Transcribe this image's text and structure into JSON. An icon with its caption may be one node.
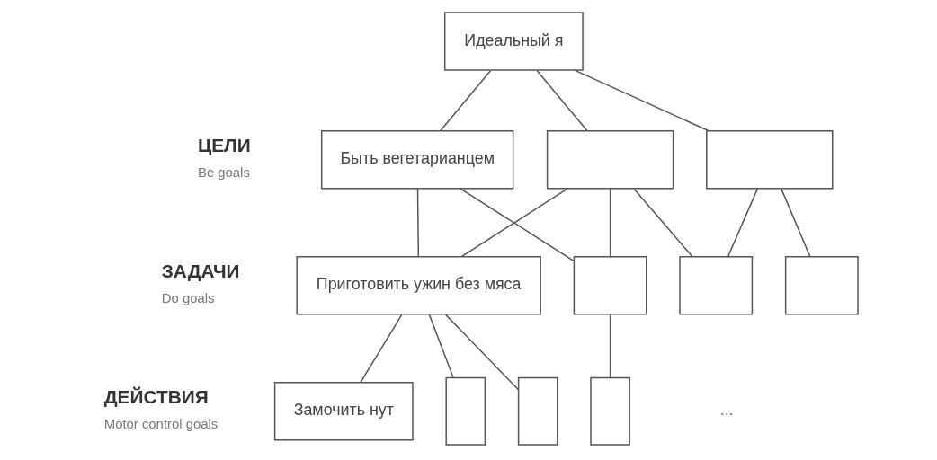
{
  "diagram": {
    "nodes": [
      {
        "text": [
          "Идеальный я"
        ]
      },
      {
        "text": [
          "Быть вегетарианцем"
        ]
      },
      {
        "text": [],
        "shape": "box"
      },
      {
        "text": [],
        "shape": "box"
      },
      {
        "text": [
          "Приготовить ужин без мяса"
        ]
      },
      {
        "text": [],
        "shape": "box"
      },
      {
        "text": [],
        "shape": "box"
      },
      {
        "text": [],
        "shape": "box"
      },
      {
        "text": [
          "Замочить нут"
        ]
      },
      {
        "text": [],
        "shape": "box"
      },
      {
        "text": [],
        "shape": "box"
      },
      {
        "text": [],
        "shape": "box"
      }
    ],
    "edges": [
      {
        "from": 0,
        "to": 1,
        "arrow": "none"
      },
      {
        "from": 0,
        "to": 2,
        "arrow": "none"
      },
      {
        "from": 0,
        "to": 3,
        "arrow": "none"
      },
      {
        "from": 1,
        "to": 4,
        "arrow": "none"
      },
      {
        "from": 1,
        "to": 5,
        "arrow": "none"
      },
      {
        "from": 2,
        "to": 4,
        "arrow": "none"
      },
      {
        "from": 2,
        "to": 5,
        "arrow": "none"
      },
      {
        "from": 2,
        "to": 6,
        "arrow": "none"
      },
      {
        "from": 3,
        "to": 6,
        "arrow": "none"
      },
      {
        "from": 3,
        "to": 7,
        "arrow": "none"
      },
      {
        "from": 4,
        "to": 8,
        "arrow": "none"
      },
      {
        "from": 4,
        "to": 9,
        "arrow": "none"
      },
      {
        "from": 4,
        "to": 10,
        "arrow": "none"
      },
      {
        "from": 5,
        "to": 11,
        "arrow": "none"
      }
    ],
    "labels": [
      "ЦЕЛИ",
      "Be goals",
      "ЗАДАЧИ",
      "Do goals",
      "ДЕЙСТВИЯ",
      "Motor control goals",
      "..."
    ]
  }
}
